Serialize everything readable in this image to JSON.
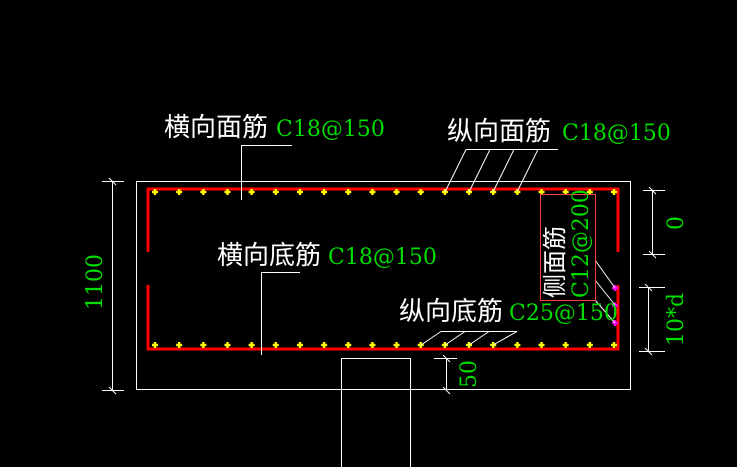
{
  "colors": {
    "background": "#000000",
    "outline": "#ffffff",
    "rebar": "#ff0000",
    "bar_dot": "#ffff00",
    "side_bar_dot": "#ff00ff",
    "spec_text": "#00dd00",
    "label_text": "#ffffff",
    "side_box": "#ff4040"
  },
  "labels": {
    "top_transverse": {
      "name": "横向面筋",
      "spec": "C18@150"
    },
    "top_longitudinal": {
      "name": "纵向面筋",
      "spec": "C18@150"
    },
    "bottom_transverse": {
      "name": "横向底筋",
      "spec": "C18@150"
    },
    "bottom_longitudinal": {
      "name": "纵向底筋",
      "spec": "C25@150"
    },
    "side": {
      "name": "侧面筋",
      "spec": "C12@200"
    }
  },
  "dimensions": {
    "height": "1100",
    "top_anchor": "0",
    "bottom_anchor": "10*d",
    "cover": "50"
  },
  "rebar": {
    "top_bar_count": 20,
    "bottom_bar_count": 20,
    "side_bar_count": 3
  }
}
